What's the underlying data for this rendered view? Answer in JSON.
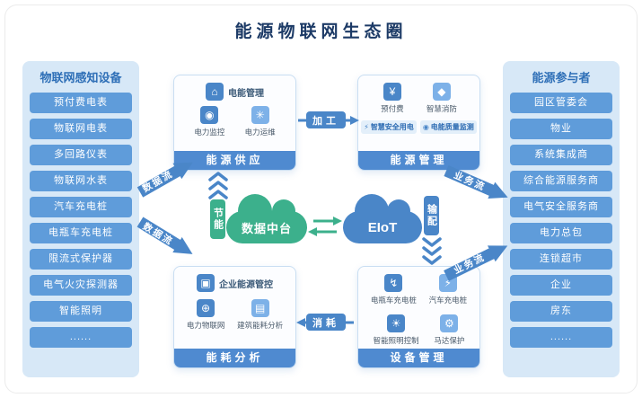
{
  "title": "能源物联网生态圈",
  "left_panel": {
    "title": "物联网感知设备",
    "items": [
      "预付费电表",
      "物联网电表",
      "多回路仪表",
      "物联网水表",
      "汽车充电桩",
      "电瓶车充电桩",
      "限流式保护器",
      "电气火灾探测器",
      "智能照明",
      "......"
    ]
  },
  "right_panel": {
    "title": "能源参与者",
    "items": [
      "园区管委会",
      "物业",
      "系统集成商",
      "综合能源服务商",
      "电气安全服务商",
      "电力总包",
      "连锁超市",
      "企业",
      "房东",
      "......"
    ]
  },
  "boxes": {
    "supply": {
      "title": "能源供应",
      "main": {
        "icon": "⌂",
        "label": "电能管理"
      },
      "items": [
        {
          "icon": "◉",
          "label": "电力监控"
        },
        {
          "icon": "✳",
          "label": "电力运维"
        }
      ]
    },
    "management": {
      "title": "能源管理",
      "tiles": [
        {
          "icon": "¥",
          "label": "预付费"
        },
        {
          "icon": "◆",
          "label": "智慧消防"
        }
      ],
      "pills": [
        {
          "icon": "⚡",
          "label": "智慧安全用电"
        },
        {
          "icon": "◉",
          "label": "电能质量监测"
        }
      ]
    },
    "analysis": {
      "title": "能耗分析",
      "main": {
        "icon": "▣",
        "label": "企业能源管控"
      },
      "items": [
        {
          "icon": "⊕",
          "label": "电力物联网"
        },
        {
          "icon": "▤",
          "label": "建筑能耗分析"
        }
      ]
    },
    "device": {
      "title": "设备管理",
      "items": [
        {
          "icon": "↯",
          "label": "电瓶车充电桩"
        },
        {
          "icon": "⚡",
          "label": "汽车充电桩"
        },
        {
          "icon": "☀",
          "label": "智能照明控制"
        },
        {
          "icon": "⚙",
          "label": "马达保护"
        }
      ]
    }
  },
  "center": {
    "data_platform": "数据中台",
    "eiot": "EIoT"
  },
  "flows": {
    "processing": "加工",
    "consumption": "消耗",
    "saving": "节能",
    "distribution": "输配",
    "data_flow_top": "数据流",
    "data_flow_bottom": "数据流",
    "business_flow_top": "业务流",
    "business_flow_bottom": "业务流"
  },
  "colors": {
    "primary_blue": "#4a86c8",
    "item_blue": "#5f9cda",
    "panel_bg": "#d7e8f7",
    "green": "#3cb08c",
    "navy": "#1c3a66"
  }
}
